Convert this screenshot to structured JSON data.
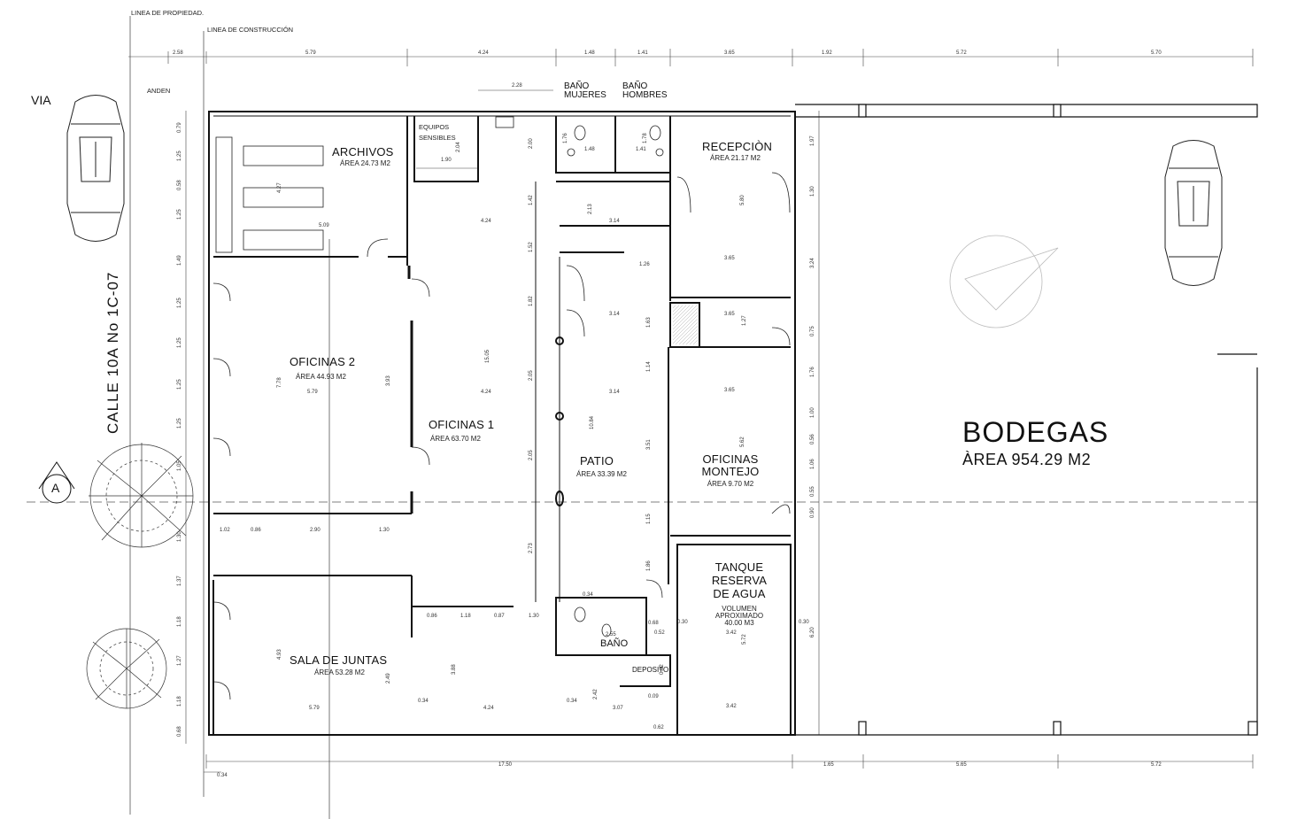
{
  "property_line_label": "LINEA DE PROPIEDAD.",
  "construction_line_label": "LINEA DE CONSTRUCCIÓN",
  "via_label": "VIA",
  "anden_label": "ANDEN",
  "street_label": "CALLE 10A No 1C-07",
  "section_marker": "A",
  "rooms": {
    "archivos": {
      "name": "ARCHIVOS",
      "area": "ÁREA 24.73 M2"
    },
    "equipos": {
      "name": "EQUIPOS SENSIBLES"
    },
    "bano_mujeres": {
      "name": "BAÑO MUJERES"
    },
    "bano_hombres": {
      "name": "BAÑO HOMBRES"
    },
    "recepcion": {
      "name": "RECEPCIÒN",
      "area": "ÁREA 21.17 M2"
    },
    "oficinas2": {
      "name": "OFICINAS 2",
      "area": "ÁREA 44.93 M2"
    },
    "oficinas1": {
      "name": "OFICINAS 1",
      "area": "ÁREA 63.70 M2"
    },
    "patio": {
      "name": "PATIO",
      "area": "ÁREA 33.39 M2"
    },
    "oficinas_montejo": {
      "name1": "OFICINAS",
      "name2": "MONTEJO",
      "area": "ÁREA 9.70 M2"
    },
    "tanque": {
      "name1": "TANQUE",
      "name2": "RESERVA",
      "name3": "DE AGUA",
      "vol1": "VOLUMEN",
      "vol2": "APROXIMADO",
      "vol3": "40.00 M3"
    },
    "bano": {
      "name": "BAÑO"
    },
    "deposito": {
      "name": "DEPOSITO"
    },
    "sala_juntas": {
      "name": "SALA DE JUNTAS",
      "area": "ÁREA 53.28 M2"
    },
    "bodegas": {
      "name": "BODEGAS",
      "area": "ÀREA 954.29 M2"
    }
  },
  "top_dims": [
    "2.58",
    "5.79",
    "4.24",
    "1.48",
    "1.41",
    "3.65",
    "1.92",
    "5.72",
    "5.70"
  ],
  "bottom_dims": [
    "0.34",
    "17.50",
    "1.65",
    "5.65",
    "5.72"
  ],
  "interior_dims": {
    "d228": "2.28",
    "d190": "1.90",
    "d509": "5.09",
    "d424a": "4.24",
    "d314a": "3.14",
    "d126": "1.26",
    "d314b": "3.14",
    "d365a": "3.65",
    "d365b": "3.65",
    "d365c": "3.65",
    "d579a": "5.79",
    "d424b": "4.24",
    "d314c": "3.14",
    "d102": "1.02",
    "d086a": "0.86",
    "d290": "2.90",
    "d130a": "1.30",
    "d086b": "0.86",
    "d118": "1.18",
    "d087": "0.87",
    "d130b": "1.30",
    "d342a": "3.42",
    "d342b": "3.42",
    "d579b": "5.79",
    "d424c": "4.24",
    "d307": "3.07",
    "d062a": "0.62",
    "d030a": "0.30",
    "d030b": "0.30",
    "d052": "0.52",
    "d034a": "0.34",
    "d034b": "0.34",
    "d255": "2.55",
    "d148": "1.48",
    "d141": "1.41",
    "d068": "0.68",
    "d034c": "0.34",
    "d008": "0.09"
  },
  "left_dims": [
    "0.79",
    "1.25",
    "0.58",
    "1.25",
    "1.49",
    "1.25",
    "1.25",
    "1.25",
    "1.25",
    "1.05",
    "1.30",
    "1.37",
    "1.18",
    "1.27",
    "1.18",
    "0.68"
  ],
  "right_dims": [
    "1.97",
    "1.30",
    "3.24",
    "0.75",
    "1.76",
    "1.00",
    "0.56",
    "1.06",
    "0.55",
    "0.90",
    "6.20"
  ],
  "vertical_interior": [
    "4.27",
    "2.04",
    "2.00",
    "1.42",
    "2.13",
    "1.52",
    "1.82",
    "2.05",
    "2.05",
    "2.73",
    "15.05",
    "10.84",
    "7.78",
    "3.93",
    "4.93",
    "2.49",
    "3.88",
    "2.42",
    "5.80",
    "5.62",
    "5.72",
    "3.51",
    "1.15",
    "1.86",
    "1.14",
    "1.63",
    "1.27",
    "0.82",
    "1.76",
    "1.78"
  ]
}
